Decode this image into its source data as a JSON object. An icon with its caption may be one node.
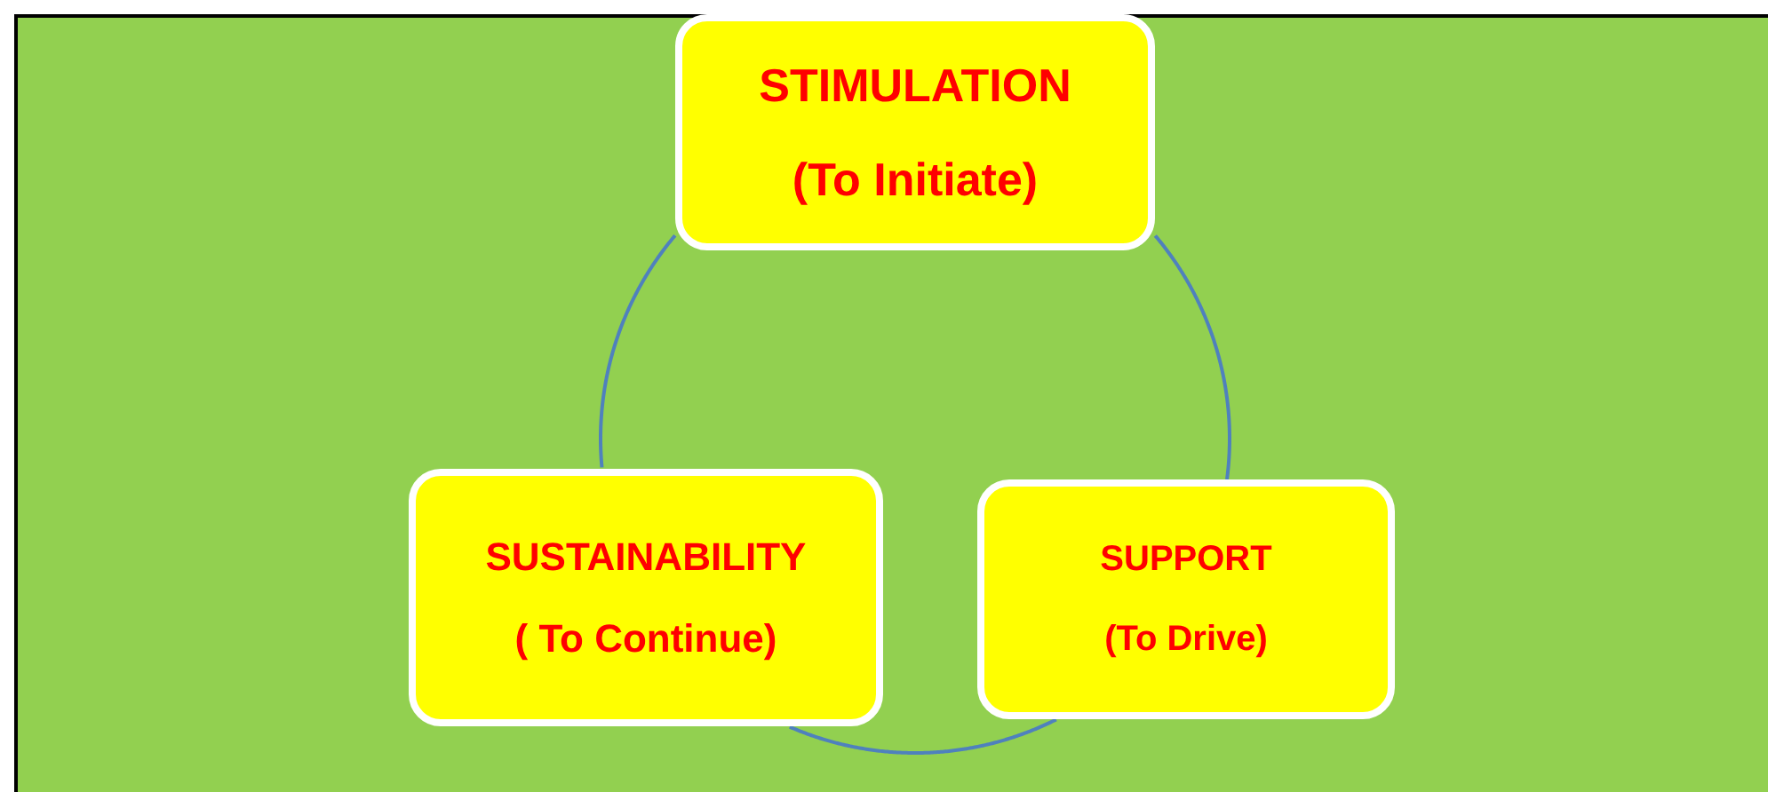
{
  "diagram": {
    "nodes": [
      {
        "text": [
          "STIMULATION",
          "(To Initiate)"
        ]
      },
      {
        "text": [
          "SUSTAINABILITY",
          "( To Continue)"
        ]
      },
      {
        "text": [
          "SUPPORT",
          "(To Drive)"
        ]
      }
    ],
    "edges": [
      {
        "from": 0,
        "to": 2,
        "arrow": "none"
      },
      {
        "from": 2,
        "to": 1,
        "arrow": "none"
      },
      {
        "from": 1,
        "to": 0,
        "arrow": "none"
      }
    ]
  }
}
